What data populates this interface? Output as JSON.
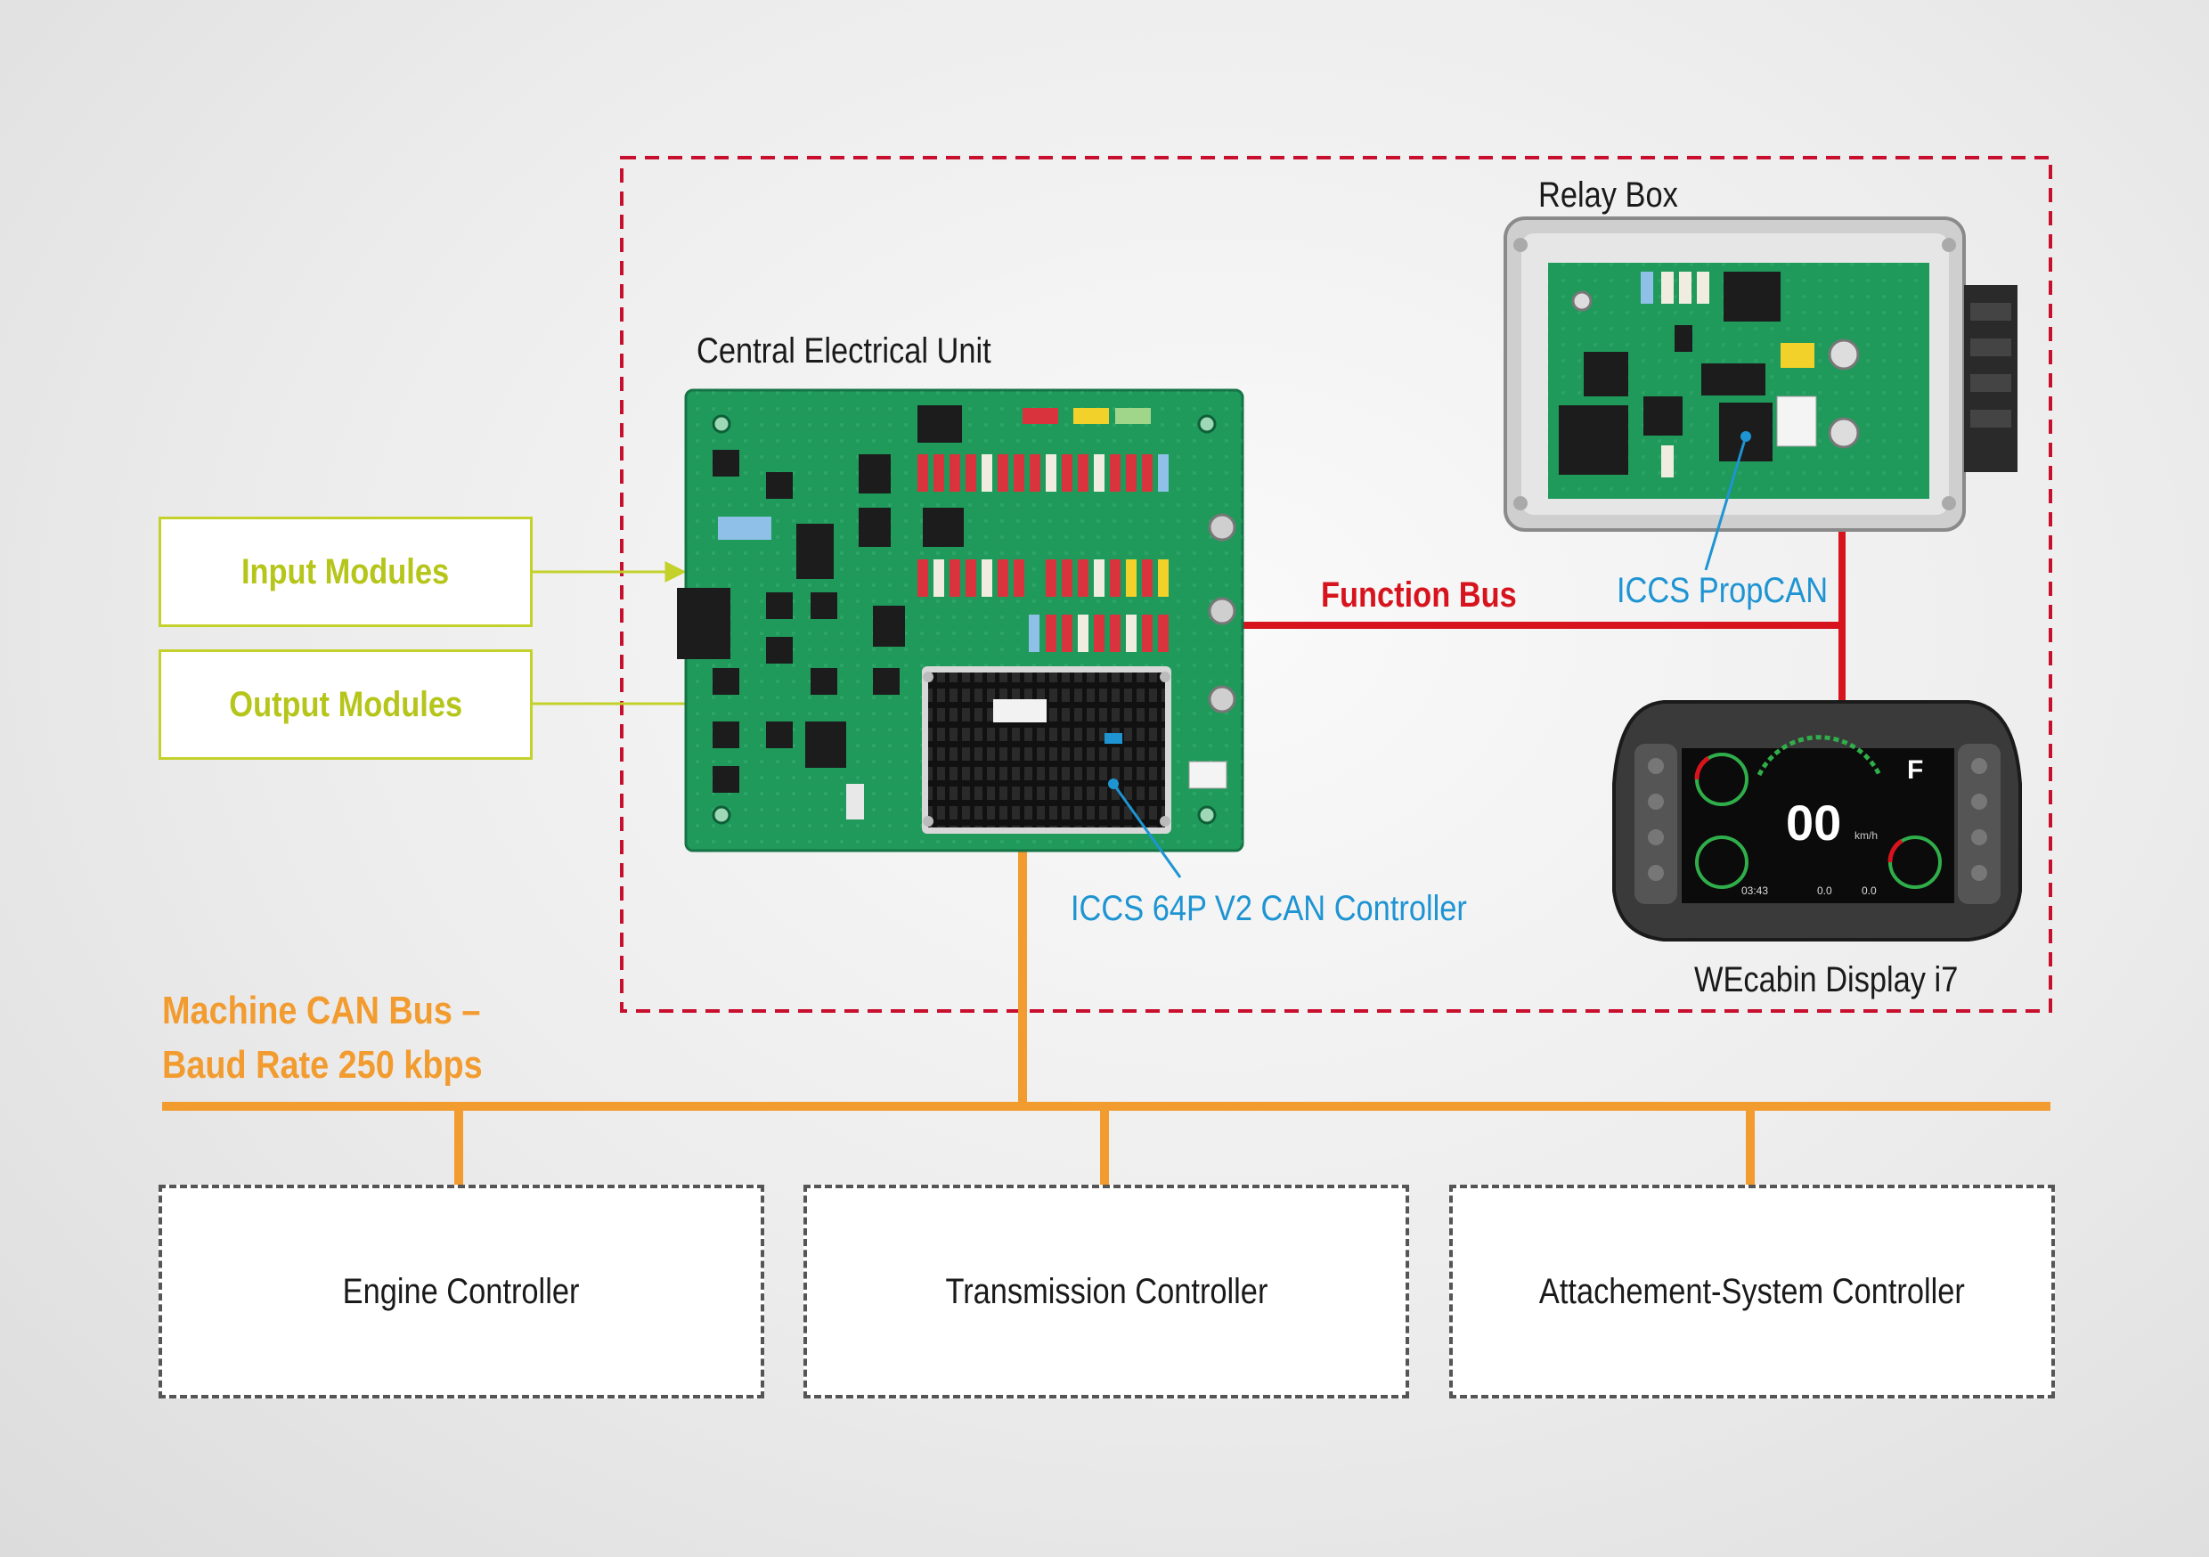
{
  "labels": {
    "central_unit": "Central Electrical Unit",
    "relay_box": "Relay Box",
    "function_bus": "Function Bus",
    "iccs_propcan": "ICCS PropCAN",
    "iccs_can_controller": "ICCS 64P V2 CAN Controller",
    "display": "WEcabin Display i7",
    "can_bus_line1": "Machine CAN Bus –",
    "can_bus_line2": "Baud Rate 250 kbps"
  },
  "modules": {
    "input": "Input Modules",
    "output": "Output Modules"
  },
  "controllers": [
    "Engine Controller",
    "Transmission Controller",
    "Attachement-System Controller"
  ],
  "display_readout": {
    "speed": "00",
    "unit": "km/h",
    "time": "03:43",
    "gear": "F",
    "left_value": "0.0",
    "right_value": "0.0"
  },
  "colors": {
    "can_bus": "#f29b2f",
    "function_bus": "#d7141e",
    "module_border": "#c4d12a",
    "module_text": "#b5c51a",
    "annotation_blue": "#1e94d2",
    "group_border": "#c8102e",
    "pcb_green": "#1f9a5b"
  }
}
